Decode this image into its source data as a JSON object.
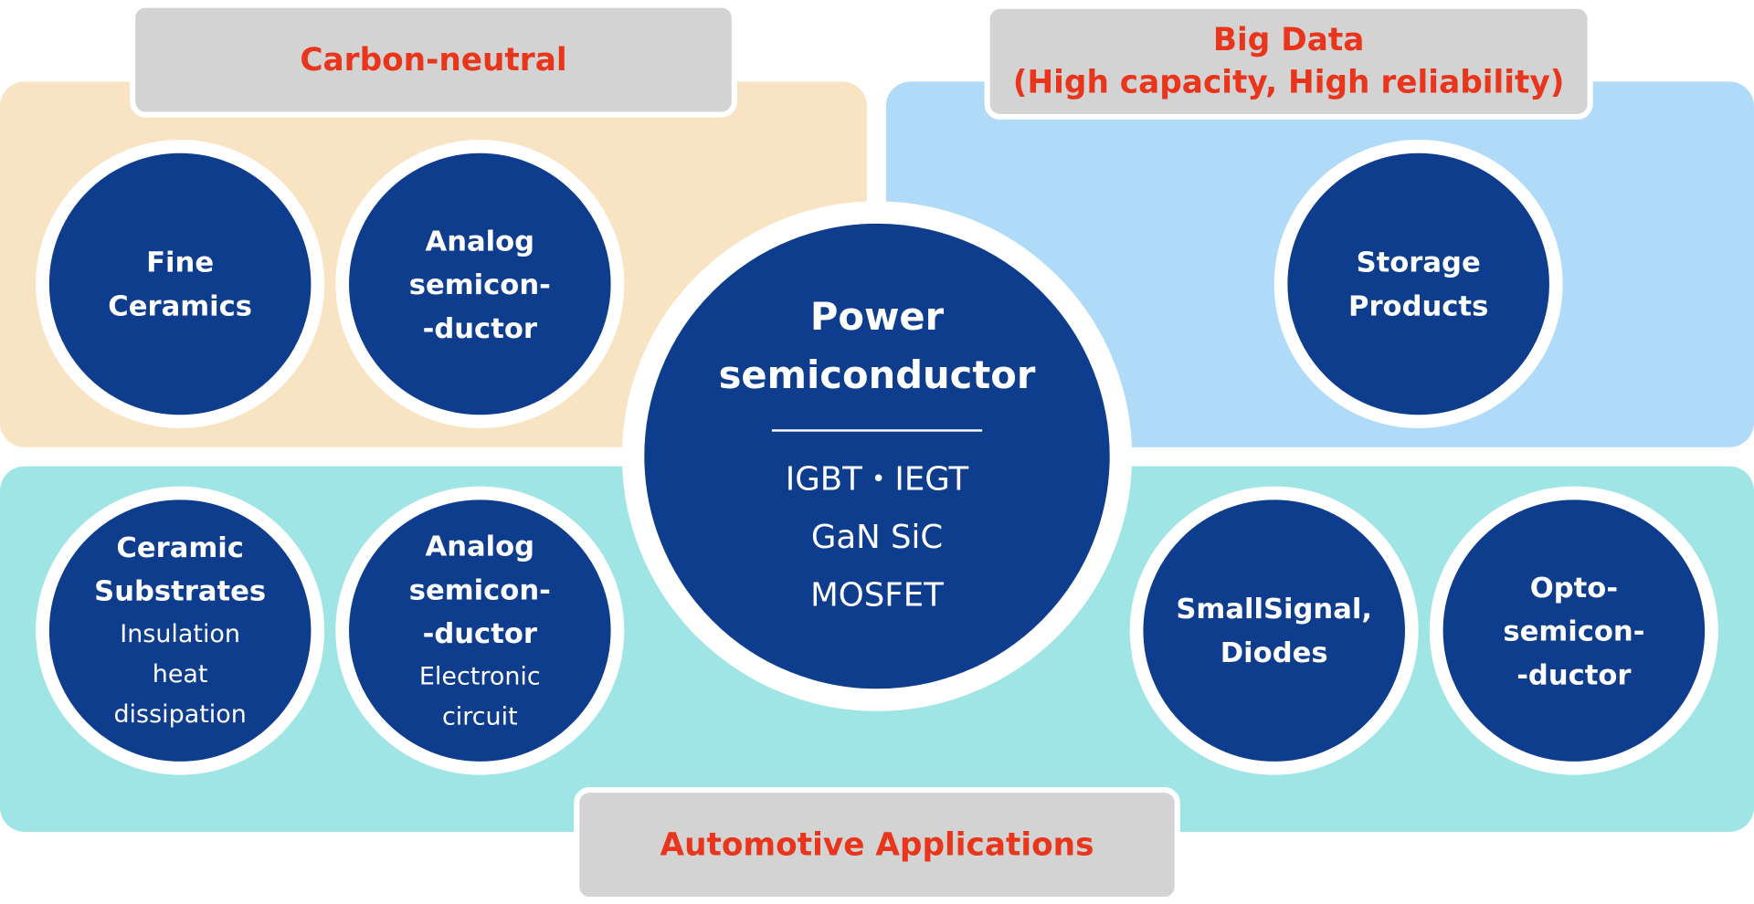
{
  "groups": {
    "carbon_neutral": {
      "label": "Carbon-neutral"
    },
    "big_data": {
      "label_line1": "Big Data",
      "label_line2": "(High capacity, High reliability)"
    },
    "automotive": {
      "label": "Automotive Applications"
    }
  },
  "nodes": {
    "fine_ceramics": {
      "title": "Fine\nCeramics"
    },
    "analog_top": {
      "title": "Analog\nsemicon-\n-ductor"
    },
    "storage": {
      "title": "Storage\nProducts"
    },
    "ceramic_substrates": {
      "title": "Ceramic\nSubstrates",
      "subtitle": "Insulation\nheat\ndissipation"
    },
    "analog_bottom": {
      "title": "Analog\nsemicon-\n-ductor",
      "subtitle": "Electronic\ncircuit"
    },
    "small_signal": {
      "title": "SmallSignal,\nDiodes"
    },
    "opto": {
      "title": "Opto-\nsemicon-\n-ductor"
    },
    "power": {
      "title": "Power\nsemiconductor",
      "items": [
        "IGBT・IEGT",
        "GaN SiC",
        "MOSFET"
      ]
    }
  },
  "colors": {
    "node_fill": "#0f3d8e",
    "panel_peach": "#f8e3c3",
    "panel_blue": "#afdaf8",
    "panel_teal": "#a0e5e5",
    "tab_fill": "#d3d3d3",
    "tab_text": "#e8351b"
  }
}
